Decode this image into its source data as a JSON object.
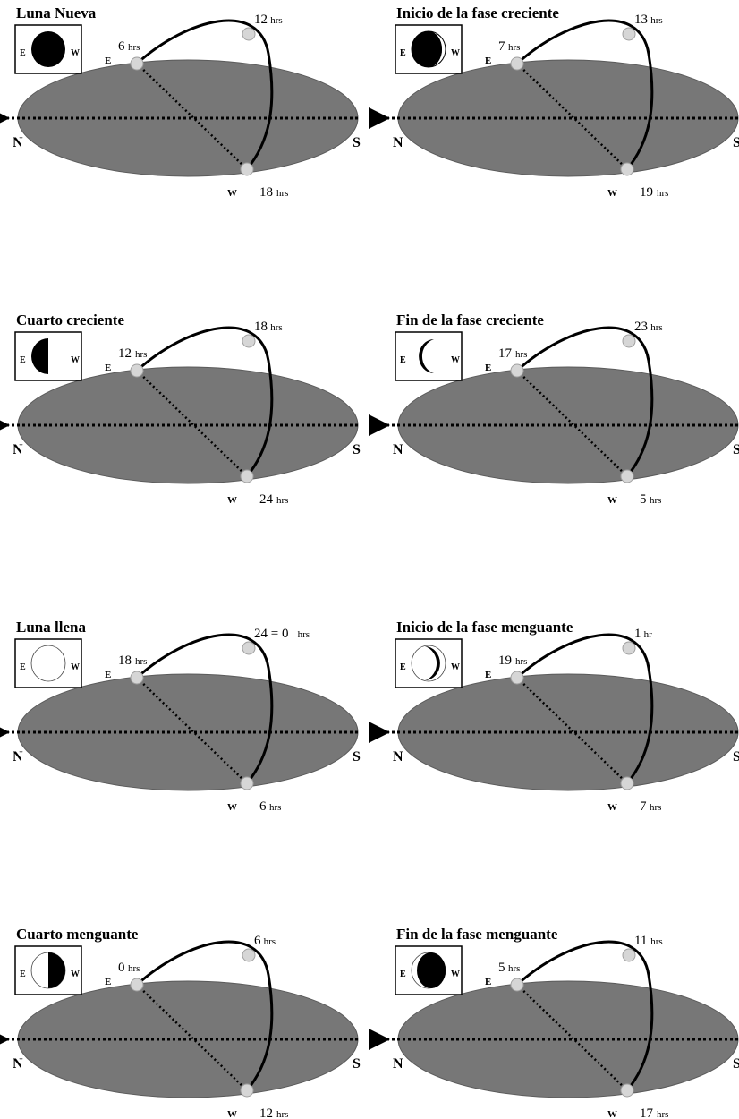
{
  "panels": [
    {
      "title": "Luna Nueva",
      "phase": "new",
      "labels": {
        "rise_time": "6",
        "top_time": "12",
        "set_time": "18",
        "unit": "hrs"
      }
    },
    {
      "title": "Inicio de la fase creciente",
      "phase": "waxing-crescent-start",
      "labels": {
        "rise_time": "7",
        "top_time": "13",
        "set_time": "19",
        "unit": "hrs"
      }
    },
    {
      "title": "Cuarto creciente",
      "phase": "first-quarter",
      "labels": {
        "rise_time": "12",
        "top_time": "18",
        "set_time": "24",
        "unit": "hrs"
      }
    },
    {
      "title": "Fin de la fase creciente",
      "phase": "waxing-crescent-end",
      "labels": {
        "rise_time": "17",
        "top_time": "23",
        "set_time": "5",
        "unit": "hrs"
      }
    },
    {
      "title": "Luna llena",
      "phase": "full",
      "labels": {
        "rise_time": "18",
        "top_time": "24 = 0",
        "set_time": "6",
        "unit": "hrs"
      }
    },
    {
      "title": "Inicio de la fase menguante",
      "phase": "waning-start",
      "labels": {
        "rise_time": "19",
        "top_time": "1",
        "set_time": "7",
        "unit": "hrs",
        "top_unit": "hr"
      }
    },
    {
      "title": "Cuarto menguante",
      "phase": "last-quarter",
      "labels": {
        "rise_time": "0",
        "top_time": "6",
        "set_time": "12",
        "unit": "hrs"
      }
    },
    {
      "title": "Fin de la fase menguante",
      "phase": "waning-end",
      "labels": {
        "rise_time": "5",
        "top_time": "11",
        "set_time": "17",
        "unit": "hrs"
      }
    }
  ],
  "directions": {
    "east": "E",
    "west": "W",
    "north": "N",
    "south": "S"
  },
  "colors": {
    "plane": "#777777",
    "plane_edge": "#5a5a5a",
    "marker": "#d6d6d6",
    "moon_dark": "#000000"
  }
}
